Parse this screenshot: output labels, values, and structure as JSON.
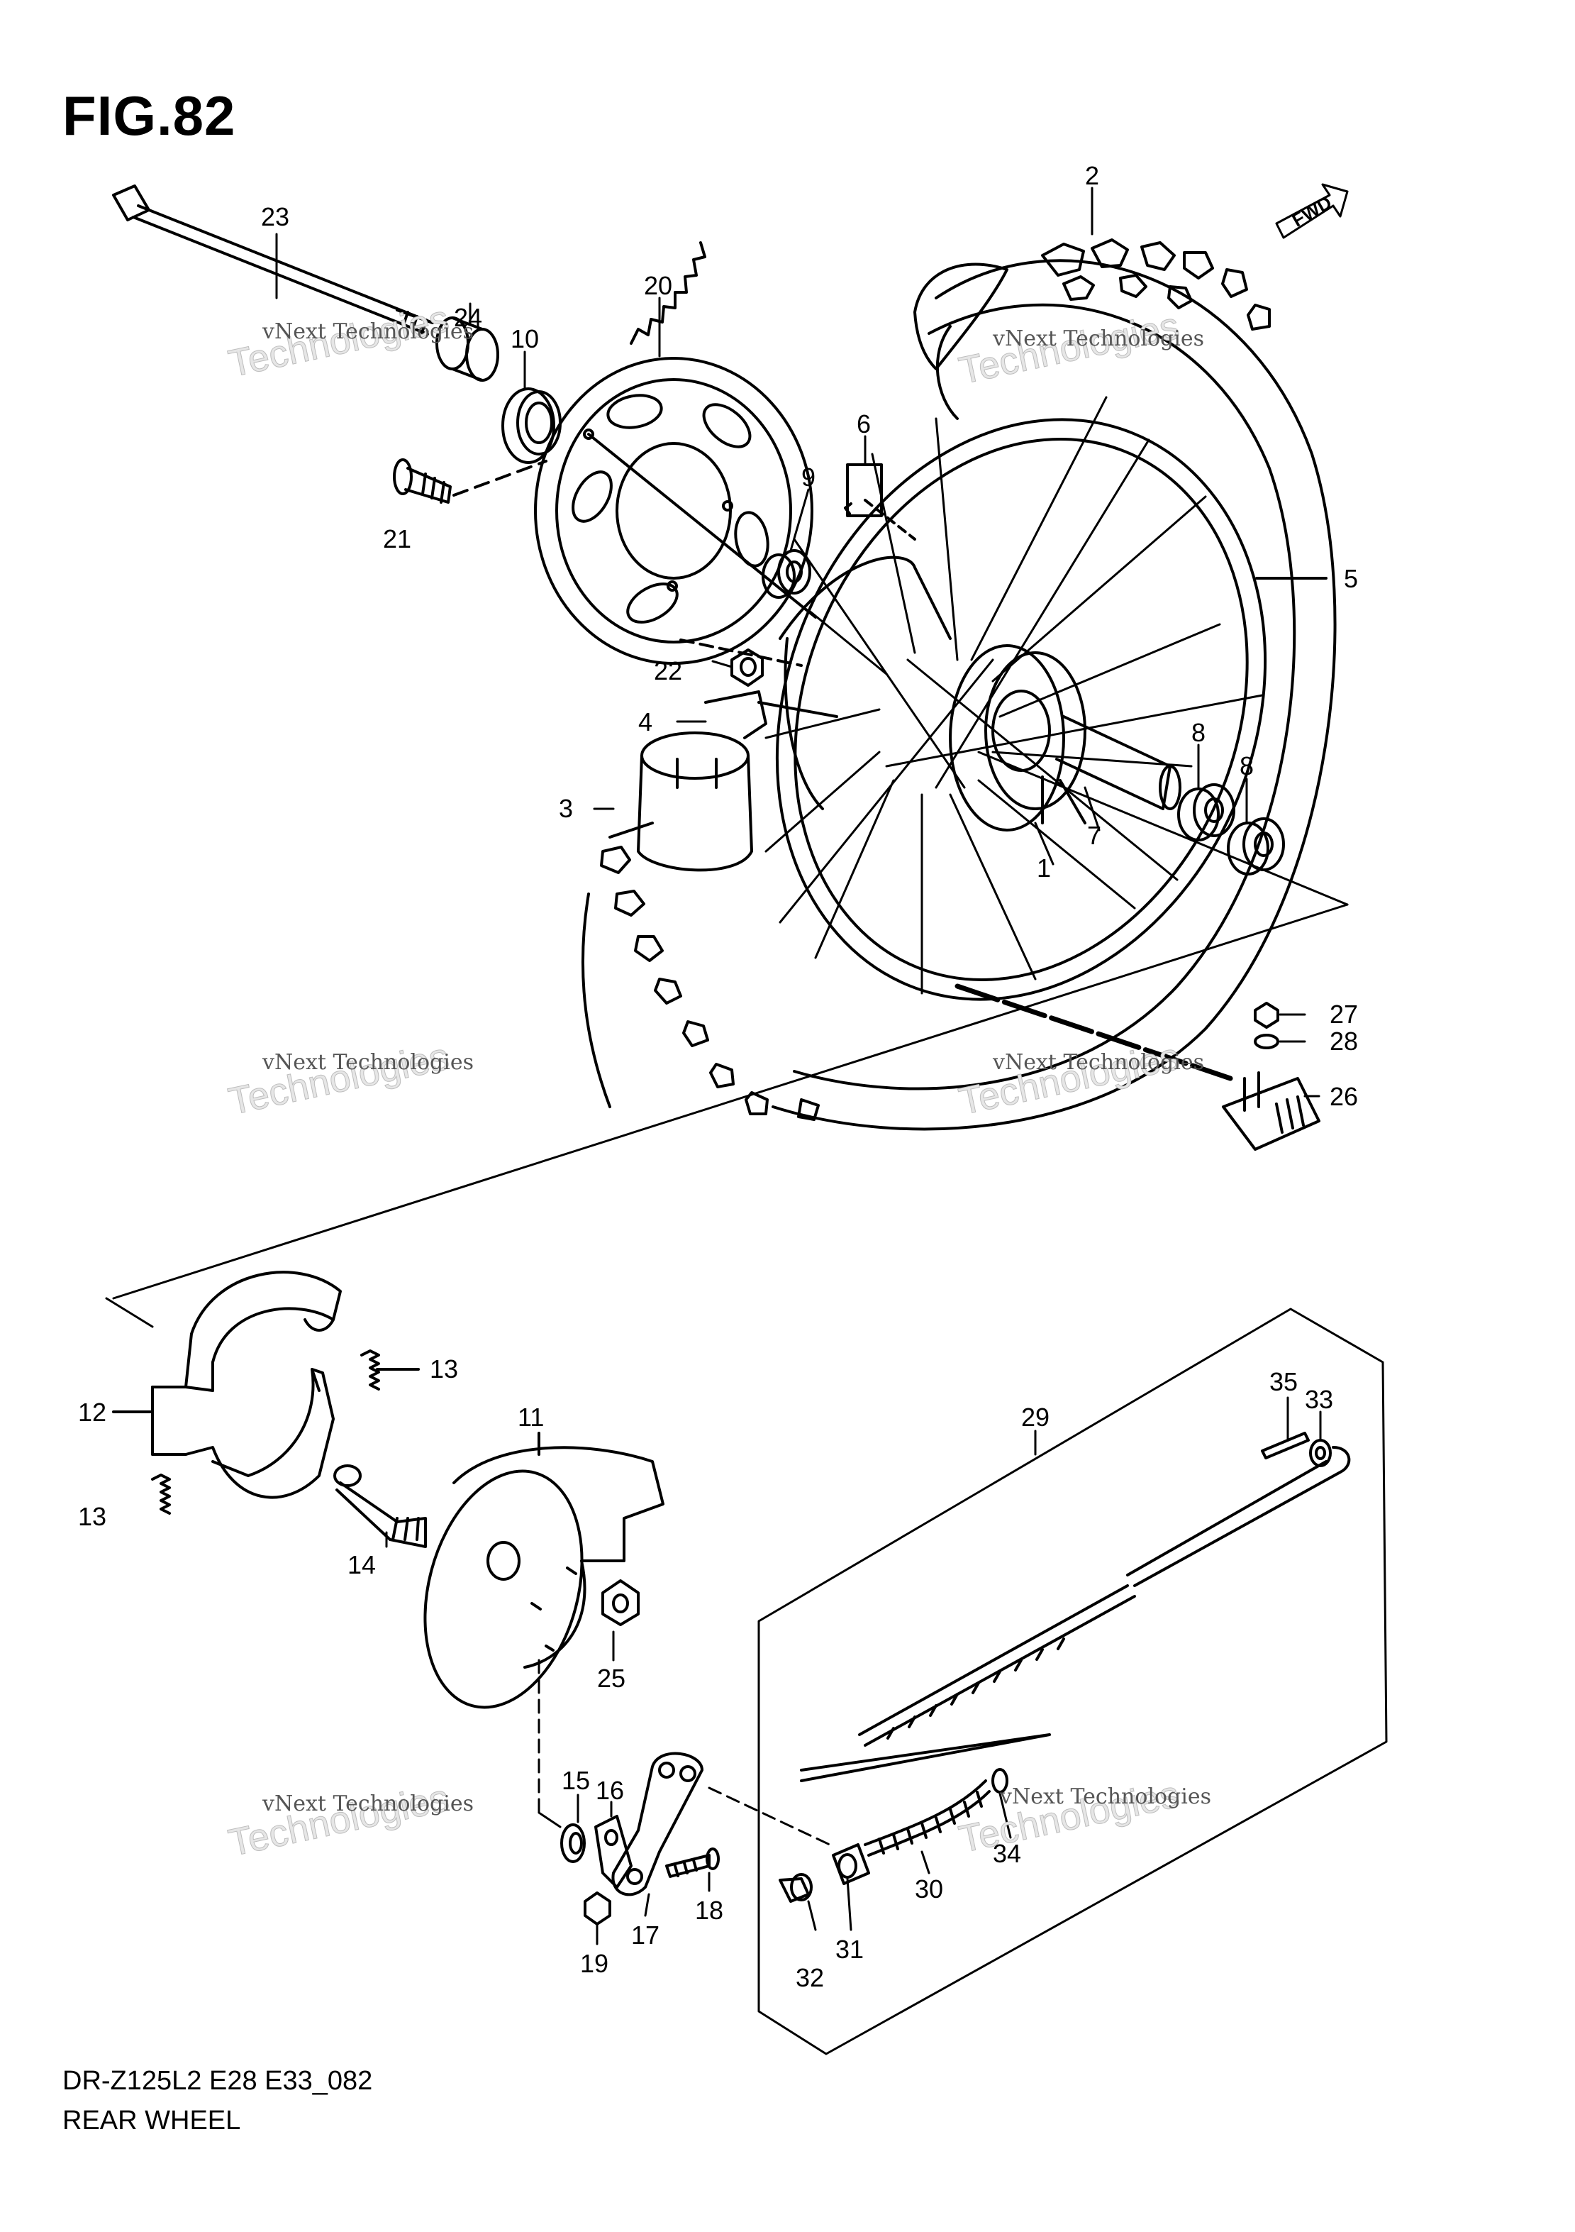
{
  "figure": {
    "title": "FIG.82",
    "model_code": "DR-Z125L2 E28 E33_082",
    "section_name": "REAR WHEEL",
    "fwd_label": "FWD"
  },
  "watermark": {
    "line_small": "vNext Technologies",
    "line_big": "Technologies"
  },
  "callouts": [
    "1",
    "2",
    "3",
    "4",
    "5",
    "6",
    "7",
    "8",
    "8",
    "9",
    "10",
    "11",
    "12",
    "13",
    "13",
    "14",
    "15",
    "16",
    "17",
    "18",
    "19",
    "20",
    "21",
    "22",
    "23",
    "24",
    "25",
    "26",
    "27",
    "28",
    "29",
    "30",
    "31",
    "32",
    "33",
    "34",
    "35"
  ],
  "colors": {
    "ink": "#000000",
    "watermark": "#bdbdbd"
  }
}
